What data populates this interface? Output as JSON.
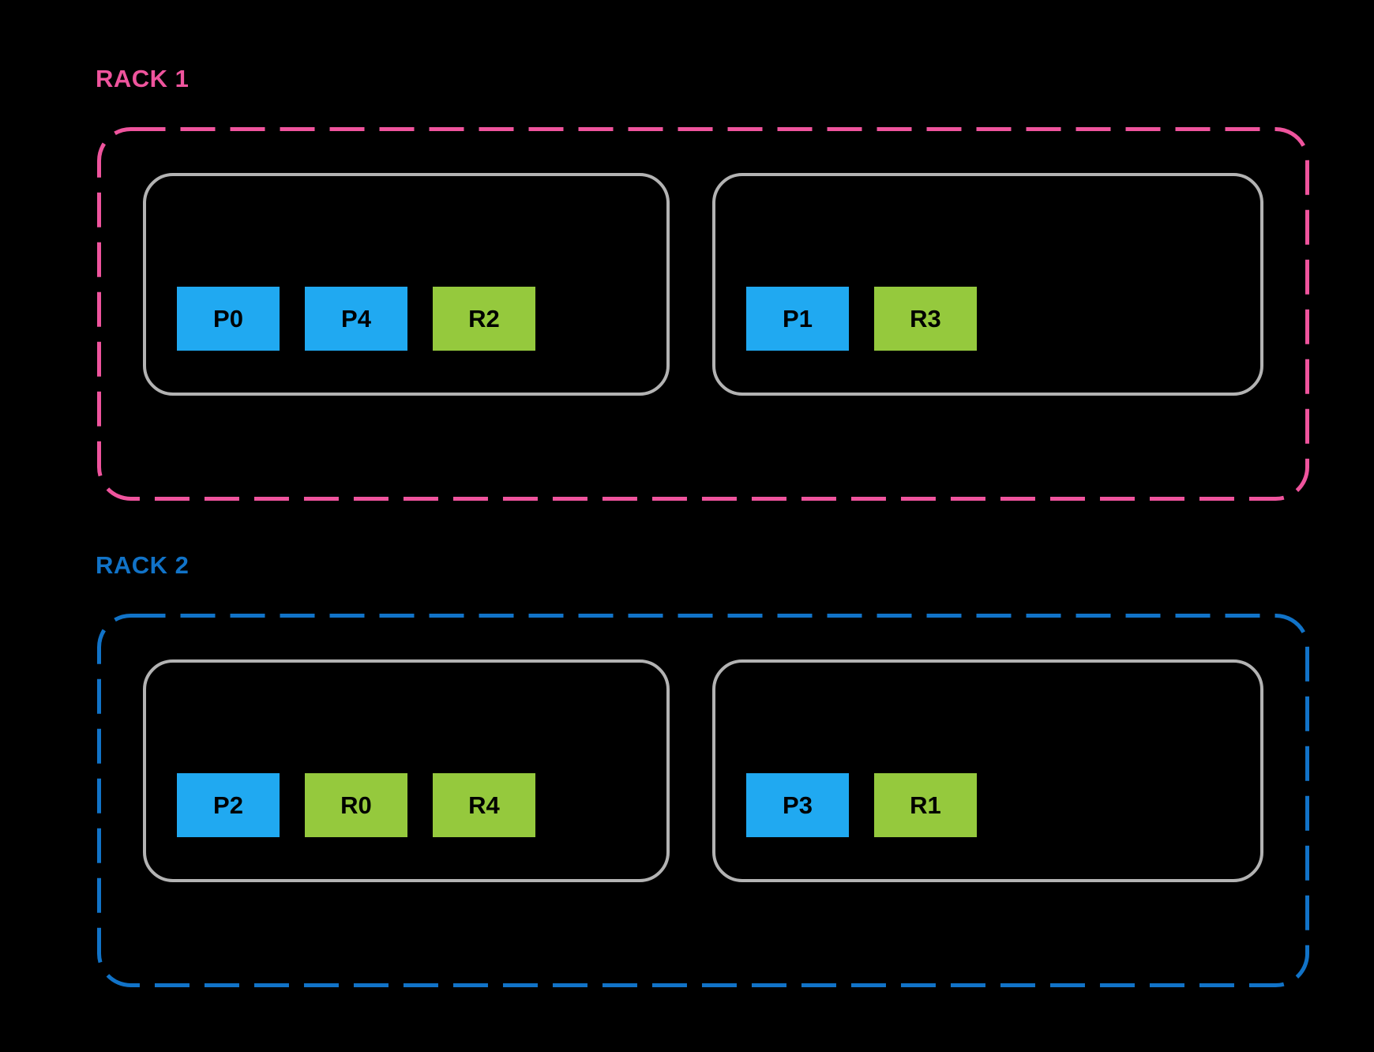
{
  "colors": {
    "background": "#000000",
    "rack1_accent": "#EF549D",
    "rack2_accent": "#1173C8",
    "node_border": "#B3B3B3",
    "primary_shard": "#20A9F1",
    "replica_shard": "#95C93D",
    "shard_label_text": "#000000"
  },
  "racks": [
    {
      "label": "RACK 1",
      "accent": "#EF549D",
      "nodes": [
        {
          "shards": [
            {
              "label": "P0",
              "type": "primary"
            },
            {
              "label": "P4",
              "type": "primary"
            },
            {
              "label": "R2",
              "type": "replica"
            }
          ]
        },
        {
          "shards": [
            {
              "label": "P1",
              "type": "primary"
            },
            {
              "label": "R3",
              "type": "replica"
            }
          ]
        }
      ]
    },
    {
      "label": "RACK 2",
      "accent": "#1173C8",
      "nodes": [
        {
          "shards": [
            {
              "label": "P2",
              "type": "primary"
            },
            {
              "label": "R0",
              "type": "replica"
            },
            {
              "label": "R4",
              "type": "replica"
            }
          ]
        },
        {
          "shards": [
            {
              "label": "P3",
              "type": "primary"
            },
            {
              "label": "R1",
              "type": "replica"
            }
          ]
        }
      ]
    }
  ]
}
